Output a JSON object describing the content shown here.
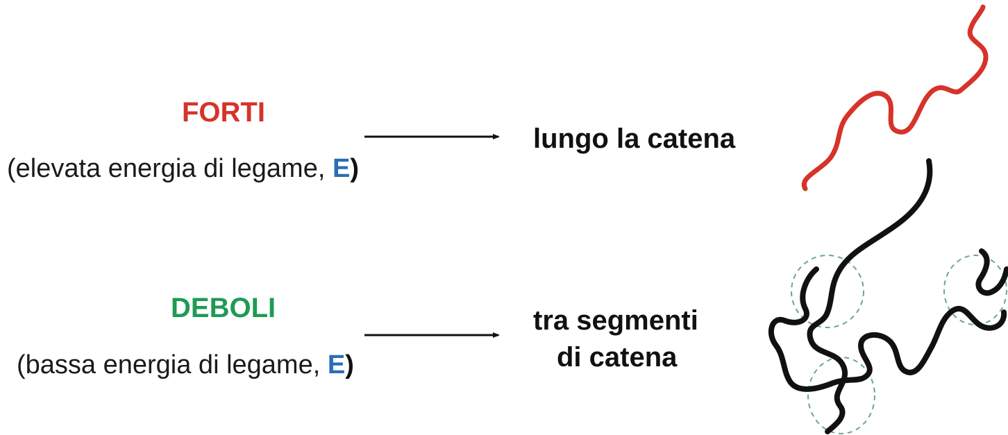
{
  "strong": {
    "title": "FORTI",
    "description_prefix": "(elevata energia di legame, ",
    "description_symbol": "E",
    "description_suffix": ")",
    "target": "lungo la catena"
  },
  "weak": {
    "title": "DEBOLI",
    "description_prefix": "(bassa energia di legame, ",
    "description_symbol": "E",
    "description_suffix": ")",
    "target_line1": "tra segmenti",
    "target_line2": "di catena"
  },
  "colors": {
    "strong": "#d6332a",
    "weak": "#1f9a55",
    "symbol": "#2a6db6",
    "chain": "#111111",
    "dashed_circle": "#6aa58f"
  }
}
